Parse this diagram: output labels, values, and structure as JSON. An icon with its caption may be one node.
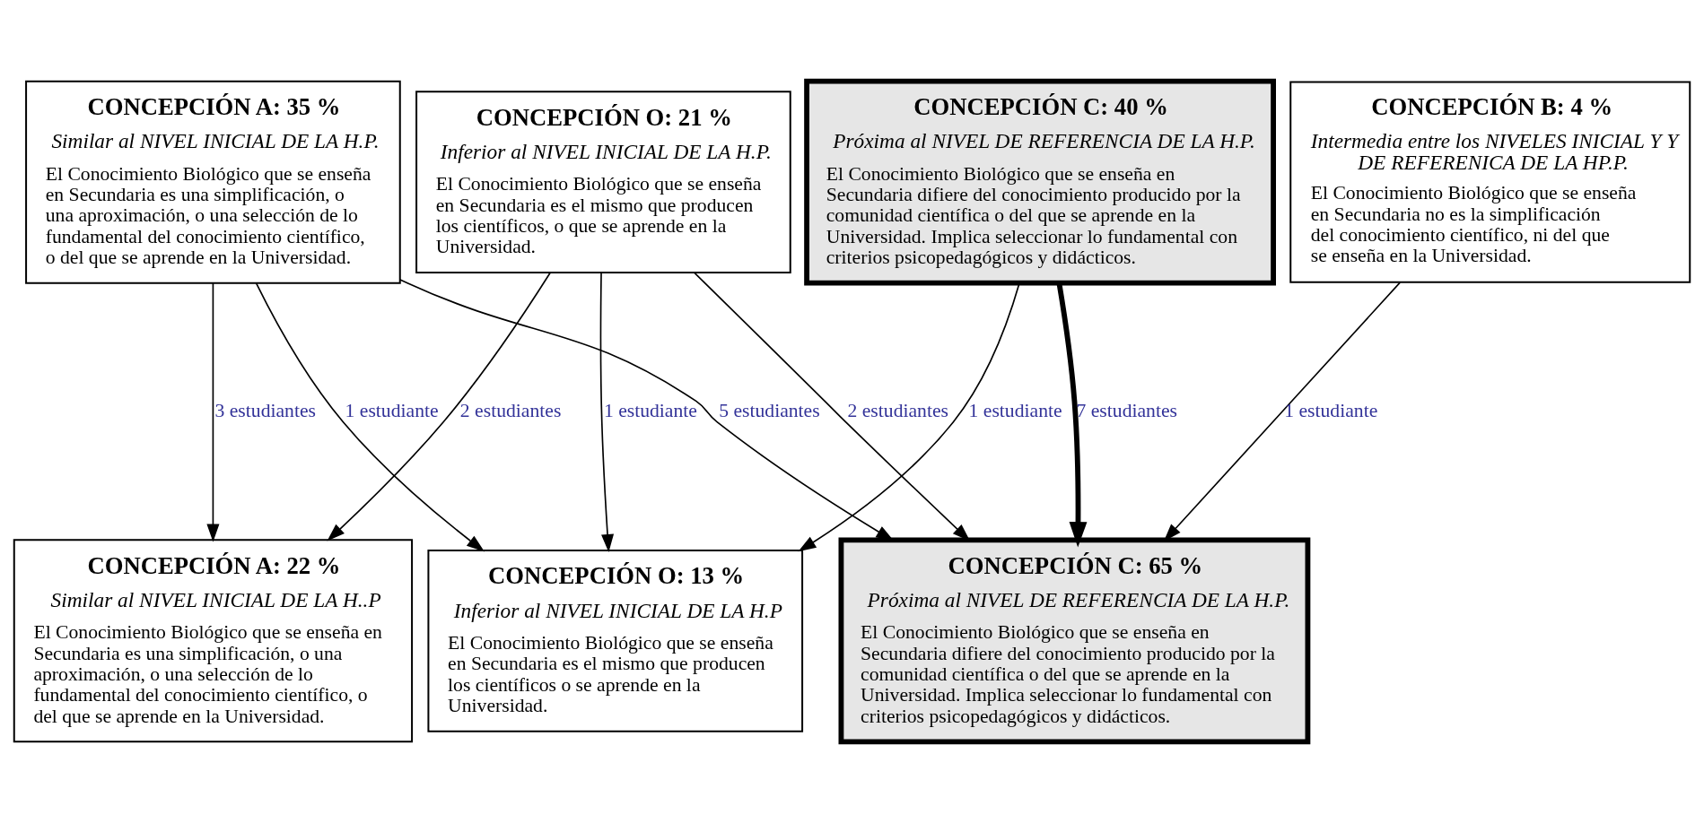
{
  "diagram": {
    "nodes": [
      {
        "text": [
          "CONCEPCIÓN O: 21 %",
          "Inferior al NIVEL INICIAL DE LA H.P.",
          "El Conocimiento Biológico que se enseña en Secundaria es el mismo que producen los científicos, o que se aprende en la Universidad."
        ]
      },
      {
        "text": [
          "CONCEPCIÓN A: 35 %",
          "Similar al NIVEL INICIAL DE LA H.P.",
          "El Conocimiento Biológico que se enseña en Secundaria es una simplificación, o una aproximación, o una selección de lo fundamental del conocimiento científico, o del que se aprende en la Universidad."
        ]
      },
      {
        "text": [
          "CONCEPCIÓN B: 4 %",
          "Intermedia entre los NIVELES INICIAL Y Y DE REFERENICA DE LA HP.P.",
          "El Conocimiento Biológico que se enseña en Secundaria no es la simplificación del conocimiento científico, ni del que se enseña en la Universidad."
        ]
      },
      {
        "text": [
          "CONCEPCIÓN C: 40 %",
          "Próxima al NIVEL DE REFERENCIA DE LA H.P.",
          "El Conocimiento Biológico que se enseña en Secundaria difiere del conocimiento producido por la comunidad científica o del que se aprende en la Universidad. Implica seleccionar lo fundamental con criterios psicopedagógicos y didácticos."
        ]
      },
      {
        "text": [
          "CONCEPCIÓN O: 13 %",
          "Inferior al NIVEL INICIAL DE LA H.P",
          "El Conocimiento Biológico que se enseña en Secundaria es el mismo que producen los científicos o se aprende en la Universidad."
        ]
      },
      {
        "text": [
          "CONCEPCIÓN A: 22 %",
          "Similar al NIVEL INICIAL DE LA H..P",
          "El Conocimiento Biológico que se enseña en Secundaria es una simplificación, o una aproximación, o una selección de lo fundamental del conocimiento científico, o del que se aprende en la Universidad."
        ]
      },
      {
        "text": [
          "CONCEPCIÓN C: 65 %",
          "Próxima al NIVEL DE REFERENCIA DE LA H.P.",
          "El Conocimiento Biológico que se enseña en Secundaria difiere del conocimiento producido por la comunidad científica o del que se aprende en la Universidad. Implica seleccionar lo fundamental con criterios psicopedagógicos y didácticos."
        ]
      }
    ],
    "edges": [
      {
        "from": 0,
        "to": 4,
        "arrow": "to",
        "label": "1 estudiante"
      },
      {
        "from": 0,
        "to": 5,
        "arrow": "to",
        "label": "2 estudiantes"
      },
      {
        "from": 0,
        "to": 6,
        "arrow": "to",
        "label": "2 estudiantes"
      },
      {
        "from": 1,
        "to": 4,
        "arrow": "to",
        "label": "1 estudiante"
      },
      {
        "from": 1,
        "to": 5,
        "arrow": "to",
        "label": "3 estudiantes"
      },
      {
        "from": 1,
        "to": 6,
        "arrow": "to",
        "label": "5 estudiantes"
      },
      {
        "from": 2,
        "to": 6,
        "arrow": "to",
        "label": "1 estudiante"
      },
      {
        "from": 3,
        "to": 4,
        "arrow": "to",
        "label": "1 estudiante"
      },
      {
        "from": 3,
        "to": 6,
        "arrow": "to",
        "label": "7 estudiantes",
        "style": "thick"
      }
    ]
  }
}
